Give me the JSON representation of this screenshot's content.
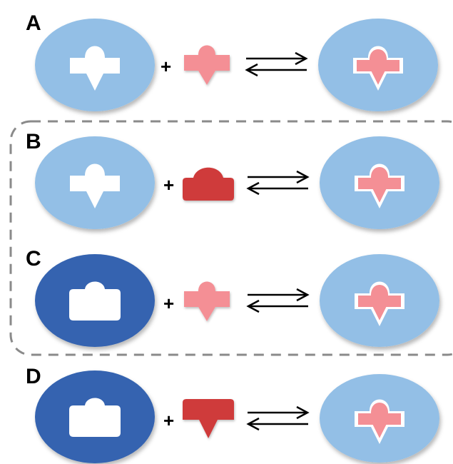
{
  "colors": {
    "light_blue": "#93bfe6",
    "dark_blue": "#3564b0",
    "pink": "#f48f95",
    "red": "#cf3a3a",
    "white": "#ffffff",
    "dashed_border": "#8a8a8a",
    "arrow": "#000000"
  },
  "panels": [
    {
      "label": "A",
      "receptor": "light-blue",
      "site": "open",
      "ligand": "pink-fitting",
      "product": "bound"
    },
    {
      "label": "B",
      "receptor": "light-blue",
      "site": "open",
      "ligand": "red-rounded",
      "product": "bound"
    },
    {
      "label": "C",
      "receptor": "dark-blue",
      "site": "closed",
      "ligand": "pink-fitting",
      "product": "bound"
    },
    {
      "label": "D",
      "receptor": "dark-blue",
      "site": "closed",
      "ligand": "red-pointed",
      "product": "bound"
    }
  ],
  "plus_sign": "+",
  "dashed_group": [
    "B",
    "C"
  ]
}
